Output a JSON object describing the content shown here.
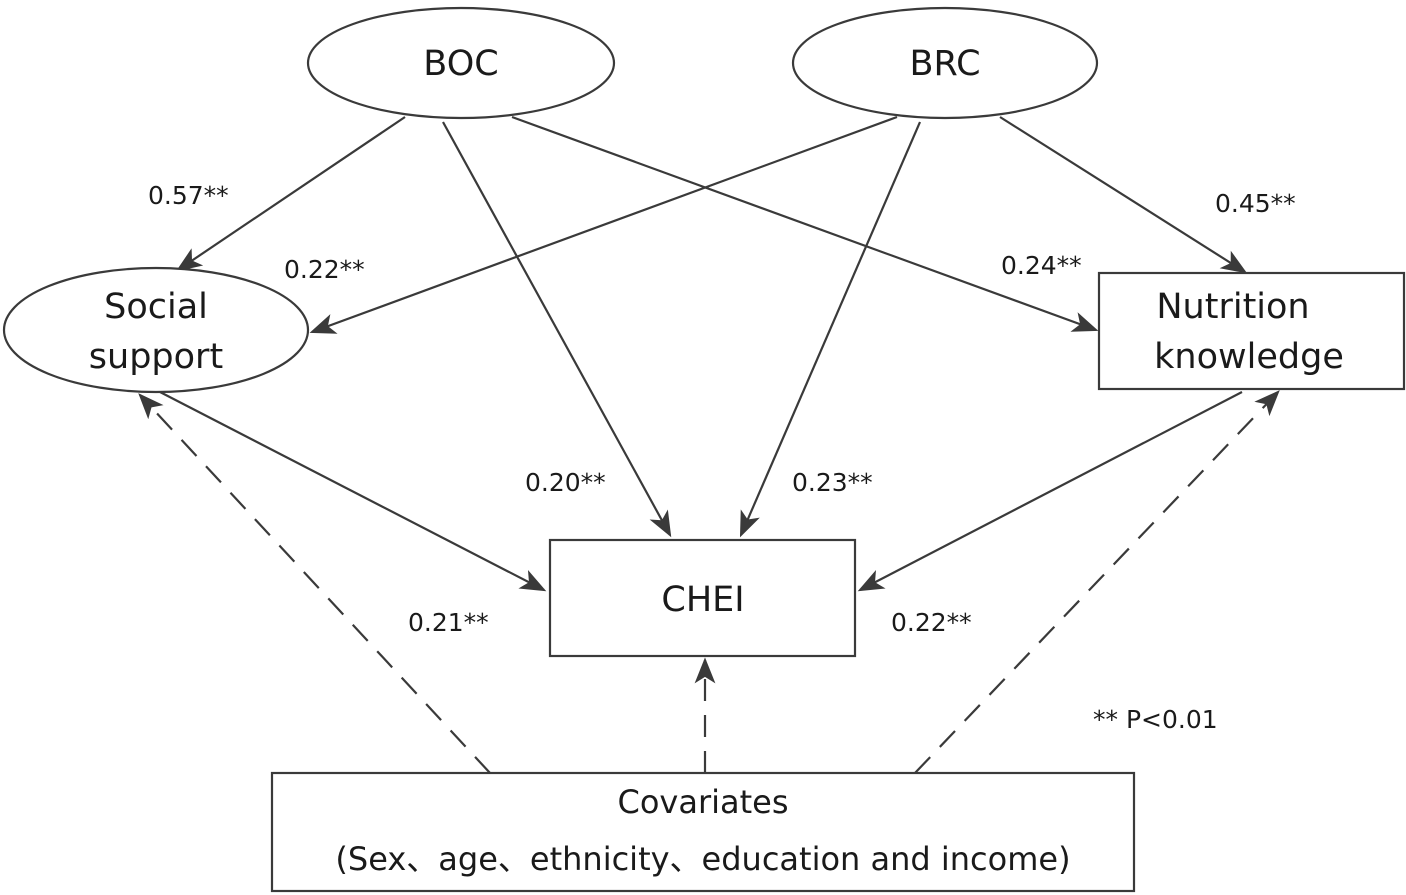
{
  "nodes": {
    "boc": "BOC",
    "brc": "BRC",
    "social_line1": "Social",
    "social_line2": "support",
    "nutrition_line1": "Nutrition",
    "nutrition_line2": "knowledge",
    "chei": "CHEI",
    "covariates_title": "Covariates",
    "covariates_detail": "(Sex、age、ethnicity、education and income)"
  },
  "coefficients": {
    "boc_to_social": "0.57**",
    "brc_to_social": "0.22**",
    "boc_to_nutrition": "0.24**",
    "brc_to_nutrition": "0.45**",
    "boc_to_chei": "0.20**",
    "brc_to_chei": "0.23**",
    "social_to_chei": "0.21**",
    "nutrition_to_chei": "0.22**"
  },
  "note": "** P<0.01",
  "colors": {
    "line": "#3a3a3a",
    "text": "#1a1a1a",
    "background": "#ffffff"
  }
}
